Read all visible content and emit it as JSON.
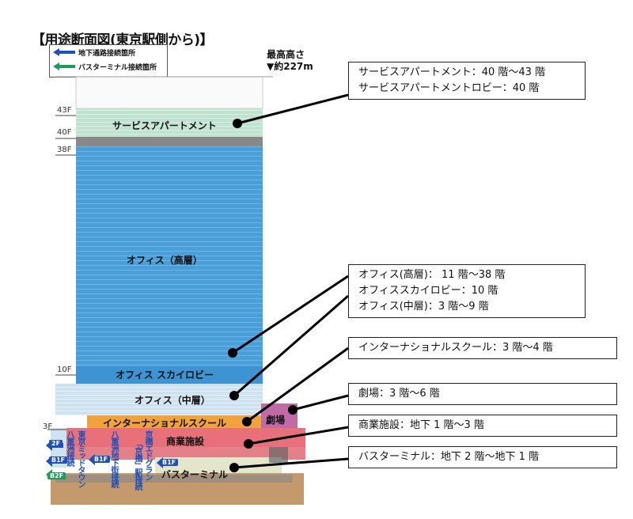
{
  "title": "【用途断面図(東京駅側から)】",
  "legend": {
    "underground": "地下通路接続箇所",
    "bus_terminal": "バスターミナル接続箇所"
  },
  "height": {
    "label": "最高高さ",
    "value": "▼約227m"
  },
  "floor_labels": {
    "f43": "43F",
    "f40": "40F",
    "f38": "38F",
    "f10": "10F",
    "f3": "3F",
    "f2": "2F",
    "b1_left": "B1F",
    "b2": "B2F",
    "b1_mid": "B1F",
    "b1_right": "B1F"
  },
  "building_labels": {
    "service_apartment": "サービスアパートメント",
    "office_high": "オフィス（高層）",
    "sky_lobby": "オフィス スカイロビー",
    "office_mid": "オフィス（中層）",
    "school": "インターナショナルスクール",
    "theater": "劇場",
    "commercial": "商業施設",
    "bus_terminal": "バスターミナル"
  },
  "connections": {
    "yaesu": "八重洲接続",
    "midtown": "東京ミッドタウン",
    "yaesu_chika": "八重洲地下街接続",
    "kyobashi_edgrand": "京橋エドグラン",
    "kyobashi_station": "「京橋」駅接続"
  },
  "callouts": {
    "apartment": [
      "サービスアパートメント：40 階〜43 階",
      "サービスアパートメントロビー：40 階"
    ],
    "office": [
      "オフィス(高層)： 11 階〜38 階",
      "オフィススカイロビー：10 階",
      "オフィス(中層)：3 階〜9 階"
    ],
    "school": [
      "インターナショナルスクール：3 階〜4 階"
    ],
    "theater": [
      "劇場：3 階〜6 階"
    ],
    "commercial": [
      "商業施設：地下 1 階〜3 階"
    ],
    "bus": [
      "バスターミナル：地下 2 階〜地下 1 階"
    ]
  },
  "colors": {
    "apartment": "#bfe3d0",
    "office": "#4a9fd9",
    "office_mid": "#c9dff0",
    "school": "#f0a23b",
    "theater": "#c06aa6",
    "commercial": "#e8707a",
    "bus": "#e4e6cc",
    "basement": "#c49a6c",
    "arrow_underground": "#1f4fb8",
    "arrow_bus": "#1f9a5a"
  }
}
